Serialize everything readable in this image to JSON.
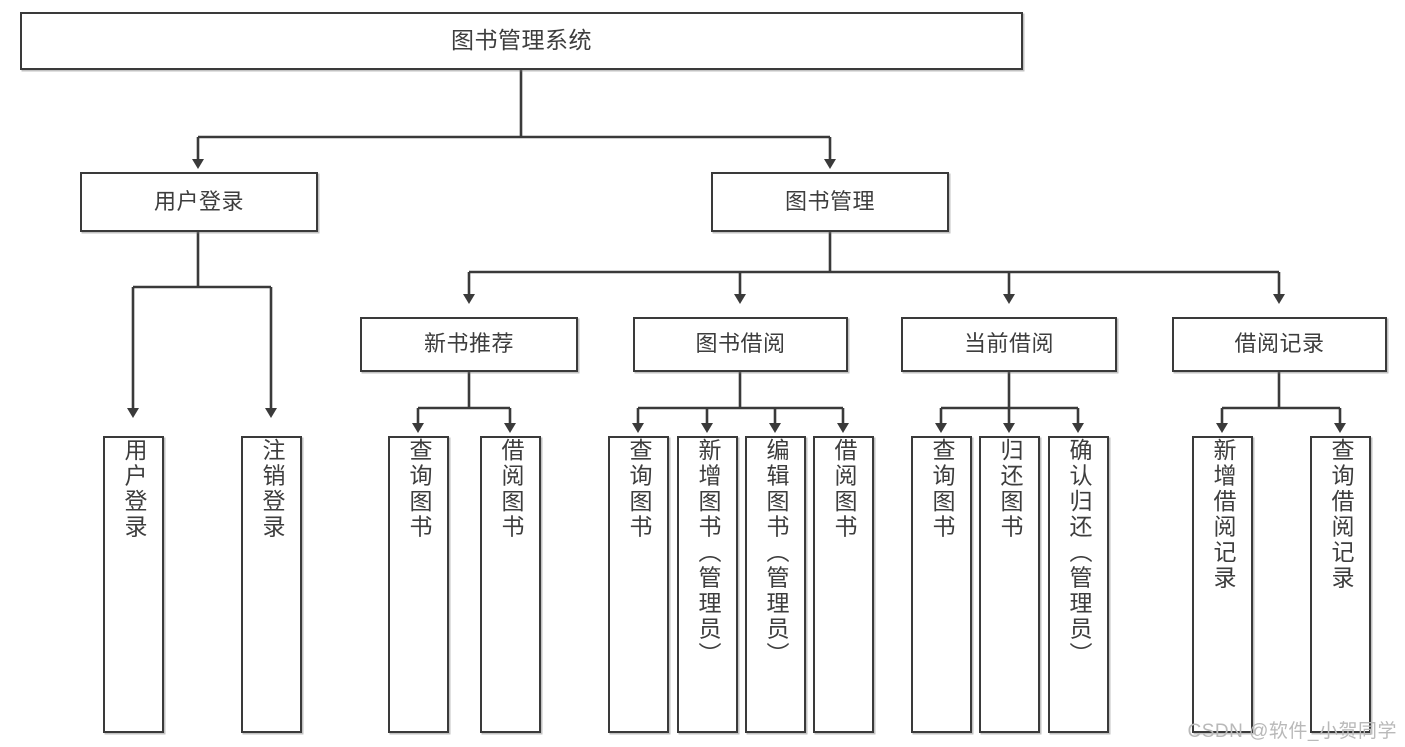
{
  "diagram": {
    "title": "图书管理系统",
    "type": "hierarchy-tree",
    "levels": 4,
    "colors": {
      "box_border": "#3a3a3a",
      "box_fill": "#ffffff",
      "connector": "#3a3a3a",
      "text": "#3d3d3d",
      "watermark": "#b9b9b9"
    },
    "root": {
      "label": "图书管理系统"
    },
    "level2": [
      {
        "label": "用户登录"
      },
      {
        "label": "图书管理"
      }
    ],
    "level3": [
      {
        "label": "新书推荐"
      },
      {
        "label": "图书借阅"
      },
      {
        "label": "当前借阅"
      },
      {
        "label": "借阅记录"
      }
    ],
    "leaves": {
      "user_login": [
        {
          "label": "用户登录"
        },
        {
          "label": "注销登录"
        }
      ],
      "new_book_recommend": [
        {
          "label": "查询图书"
        },
        {
          "label": "借阅图书"
        }
      ],
      "book_borrow": [
        {
          "label": "查询图书"
        },
        {
          "label": "新增图书（管理员）"
        },
        {
          "label": "编辑图书（管理员）"
        },
        {
          "label": "借阅图书"
        }
      ],
      "current_borrow": [
        {
          "label": "查询图书"
        },
        {
          "label": "归还图书"
        },
        {
          "label": "确认归还（管理员）"
        }
      ],
      "borrow_records": [
        {
          "label": "新增借阅记录"
        },
        {
          "label": "查询借阅记录"
        }
      ]
    }
  },
  "watermark": {
    "text": "CSDN @软件_小贺同学"
  }
}
